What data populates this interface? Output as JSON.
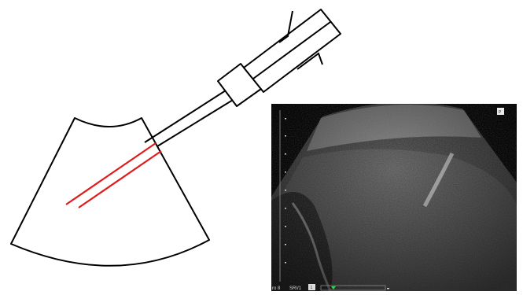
{
  "figure": {
    "panels": [
      "needle-insertion-schematic",
      "ultrasound-image"
    ],
    "colors": {
      "outline": "#000000",
      "needle_path": "#e01b1b",
      "ultrasound_background": "#050505",
      "ultrasound_tissue": "#6f6f6f"
    }
  },
  "ultrasound": {
    "corner_marker": "P",
    "footer_left": "ro 8",
    "footer_mid": "SRI/1",
    "footer_box": "1"
  }
}
